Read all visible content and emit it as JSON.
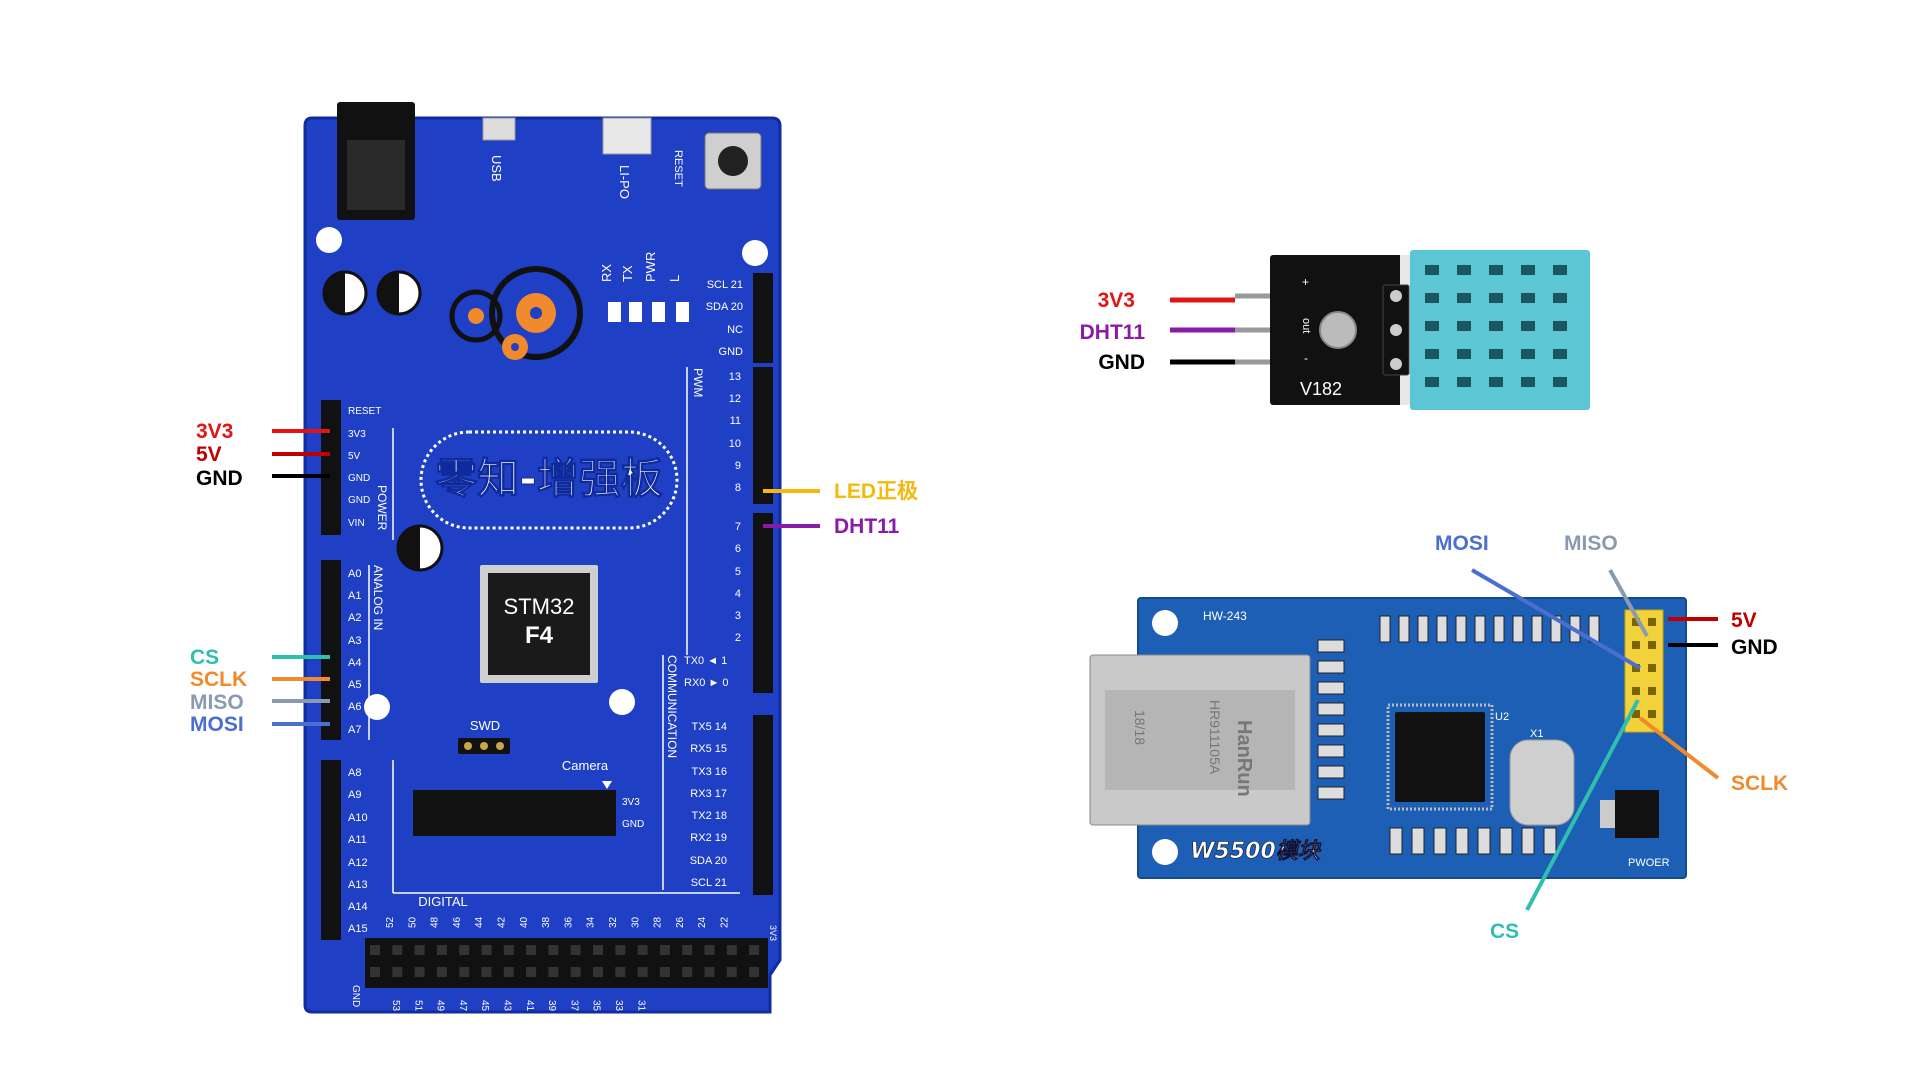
{
  "colors": {
    "board_blue": "#1f3fc4",
    "board_dark": "#0f2a9a",
    "red": "#e31414",
    "dark_red": "#c00000",
    "black": "#000000",
    "teal": "#2ebfae",
    "orange": "#f08a2c",
    "grey": "#8a9bb0",
    "blue": "#4a6fd0",
    "yellow": "#f2b90f",
    "purple": "#8b1aa8",
    "dht_cyan": "#5cc6d4",
    "w5500_blue": "#1c5fb5"
  },
  "main_board": {
    "top_labels": [
      "USB",
      "LI-PO",
      "RESET"
    ],
    "led_labels": [
      "RX",
      "TX",
      "PWR",
      "L"
    ],
    "right_top_pins": [
      "SCL 21",
      "SDA 20",
      "NC",
      "GND"
    ],
    "pwm_label": "PWM",
    "pwm_pins": [
      "13",
      "12",
      "11",
      "10",
      "9",
      "8"
    ],
    "pwm2_pins": [
      "7",
      "6",
      "5",
      "4",
      "3",
      "2"
    ],
    "serial_pins": [
      "TX0 ◄ 1",
      "RX0 ► 0"
    ],
    "comm_label": "COMMUNICATION",
    "comm_pins": [
      "TX5 14",
      "RX5 15",
      "TX3 16",
      "RX3 17",
      "TX2 18",
      "RX2 19",
      "SDA 20",
      "SCL 21"
    ],
    "power_pins": [
      "RESET",
      "3V3",
      "5V",
      "GND",
      "GND",
      "VIN"
    ],
    "power_label": "POWER",
    "analog_pins_1": [
      "A0",
      "A1",
      "A2",
      "A3",
      "A4",
      "A5",
      "A6",
      "A7"
    ],
    "analog_label": "ANALOG IN",
    "analog_pins_2": [
      "A8",
      "A9",
      "A10",
      "A11",
      "A12",
      "A13",
      "A14",
      "A15"
    ],
    "title": "零知-增强板",
    "chip_line1": "STM32",
    "chip_line2": "F4",
    "swd": "SWD",
    "camera": "Camera",
    "camera_pins": [
      "3V3",
      "GND"
    ],
    "digital_label": "DIGITAL",
    "digital_top": [
      "52",
      "50",
      "48",
      "46",
      "44",
      "42",
      "40",
      "38",
      "36",
      "34",
      "32",
      "30",
      "28",
      "26",
      "24",
      "22"
    ],
    "digital_bottom": [
      "53",
      "51",
      "49",
      "47",
      "45",
      "43",
      "41",
      "39",
      "37",
      "35",
      "33",
      "31"
    ],
    "corner_left": "GND",
    "corner_right": "3V3"
  },
  "left_wires": {
    "power": [
      "3V3",
      "5V",
      "GND"
    ],
    "spi": [
      "CS",
      "SCLK",
      "MISO",
      "MOSI"
    ]
  },
  "right_wires": [
    "LED正极",
    "DHT11"
  ],
  "dht": {
    "wires": [
      "3V3",
      "DHT11",
      "GND"
    ],
    "pin_marks": [
      "+",
      "out",
      "-"
    ],
    "model": "V182"
  },
  "w5500": {
    "hw": "HW-243",
    "name": "W5500模块",
    "jack_text": "HanRun",
    "jack_code": "HR911105A",
    "jack_date": "18/18",
    "u2": "U2",
    "x1": "X1",
    "power": "PWOER",
    "labels": {
      "mosi": "MOSI",
      "miso": "MISO",
      "v5": "5V",
      "gnd": "GND",
      "sclk": "SCLK",
      "cs": "CS"
    }
  }
}
